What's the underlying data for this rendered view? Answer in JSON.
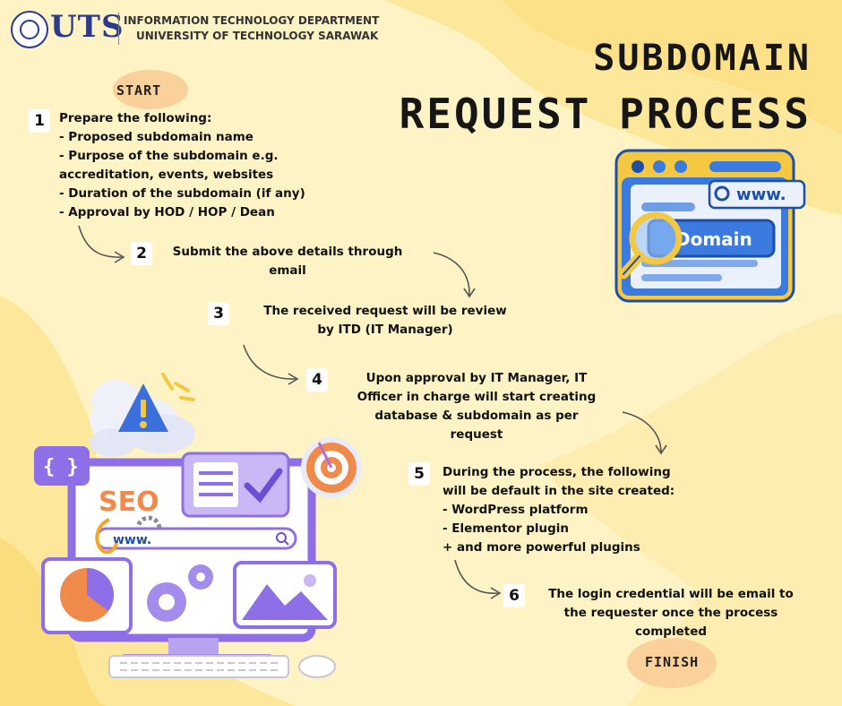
{
  "header": {
    "logo_text": "UTS",
    "line1": "INFORMATION TECHNOLOGY DEPARTMENT",
    "line2": "UNIVERSITY OF TECHNOLOGY SARAWAK"
  },
  "title": {
    "line1": "SUBDOMAIN",
    "line2": "REQUEST PROCESS"
  },
  "start_label": "START",
  "finish_label": "FINISH",
  "steps": [
    {
      "number": "1",
      "lines": [
        "Prepare the following:",
        "- Proposed subdomain name",
        "- Purpose of the subdomain e.g.",
        "accreditation, events, websites",
        "- Duration of the subdomain (if any)",
        "- Approval by HOD / HOP / Dean"
      ]
    },
    {
      "number": "2",
      "lines": [
        "Submit the above details through",
        "email"
      ]
    },
    {
      "number": "3",
      "lines": [
        "The received request will be review",
        "by ITD (IT Manager)"
      ]
    },
    {
      "number": "4",
      "lines": [
        "Upon approval by IT Manager, IT",
        "Officer in charge will start creating",
        "database & subdomain as per",
        "request"
      ]
    },
    {
      "number": "5",
      "lines": [
        "During  the  process,  the  following",
        "will be default in the site created:",
        "- WordPress platform",
        "- Elementor plugin",
        "+ and more powerful plugins"
      ]
    },
    {
      "number": "6",
      "lines": [
        "The login credential will be email to",
        "the requester once the process",
        "completed"
      ]
    }
  ],
  "illustration": {
    "url_text": "www.",
    "domain_label": "Domain",
    "seo_label": "SEO",
    "search_text": "www.",
    "braces": "{ }"
  },
  "colors": {
    "background": "#fdf3c4",
    "blob": "#fde79a",
    "accent_blue": "#3b7be0",
    "accent_purple": "#8f6fe8"
  }
}
